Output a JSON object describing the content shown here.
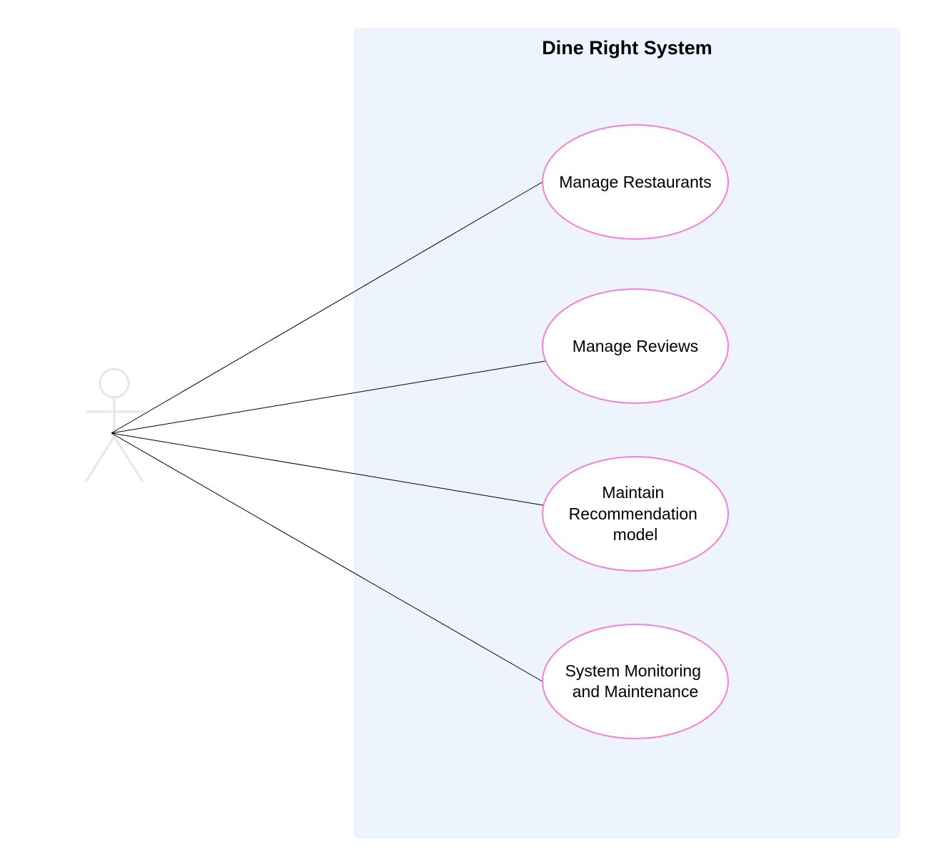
{
  "system": {
    "title": "Dine Right System",
    "fill_color": "#edf4fe",
    "border_color": "#e3ecf8"
  },
  "actor": {
    "label": "",
    "stroke_color": "#e6e6e6"
  },
  "use_cases": [
    {
      "id": "manage-restaurants",
      "lines": [
        "Manage Restaurants"
      ]
    },
    {
      "id": "manage-reviews",
      "lines": [
        "Manage Reviews"
      ]
    },
    {
      "id": "maintain-recommendation-model",
      "lines": [
        "Maintain",
        "Recommendation",
        "model"
      ]
    },
    {
      "id": "system-monitoring",
      "lines": [
        "System Monitoring",
        "and Maintenance"
      ]
    }
  ],
  "styles": {
    "usecase_stroke": "#f77ed8",
    "usecase_fill": "#ffffff",
    "association_stroke": "#000000"
  }
}
